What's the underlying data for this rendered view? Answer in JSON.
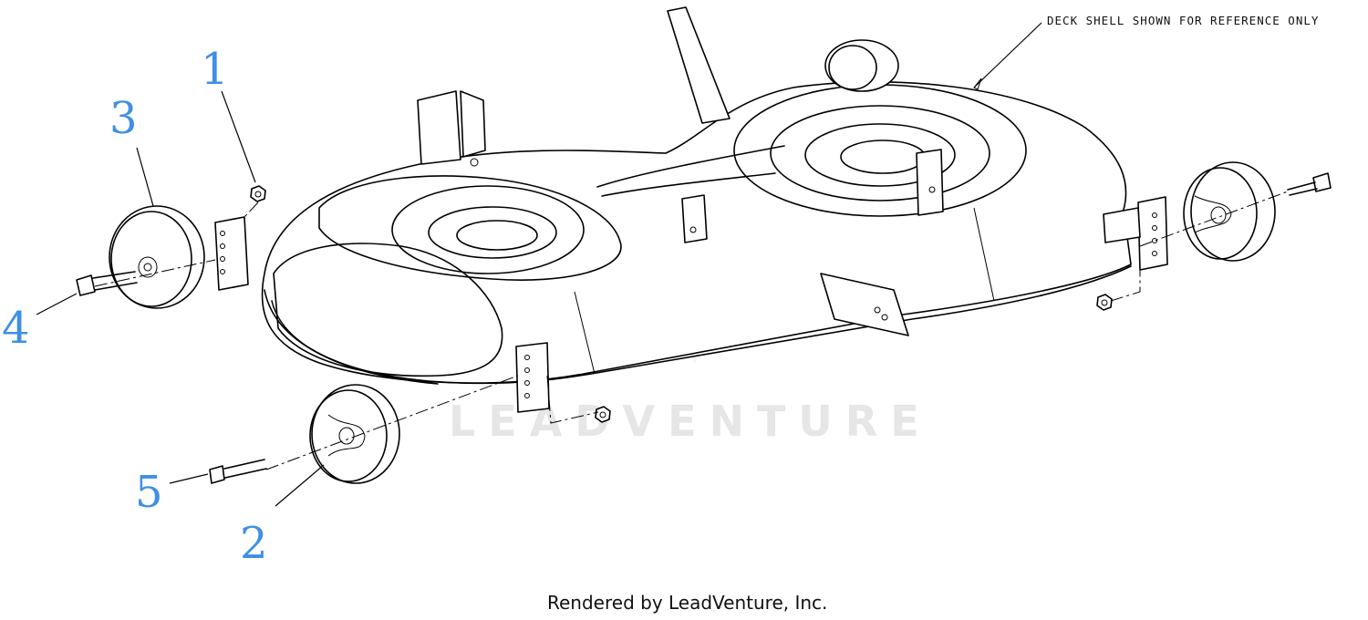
{
  "diagram": {
    "note": "DECK SHELL SHOWN FOR REFERENCE ONLY",
    "callouts": [
      "1",
      "2",
      "3",
      "4",
      "5"
    ],
    "watermark": "LEADVENTURE",
    "footer": "Rendered by LeadVenture, Inc."
  }
}
